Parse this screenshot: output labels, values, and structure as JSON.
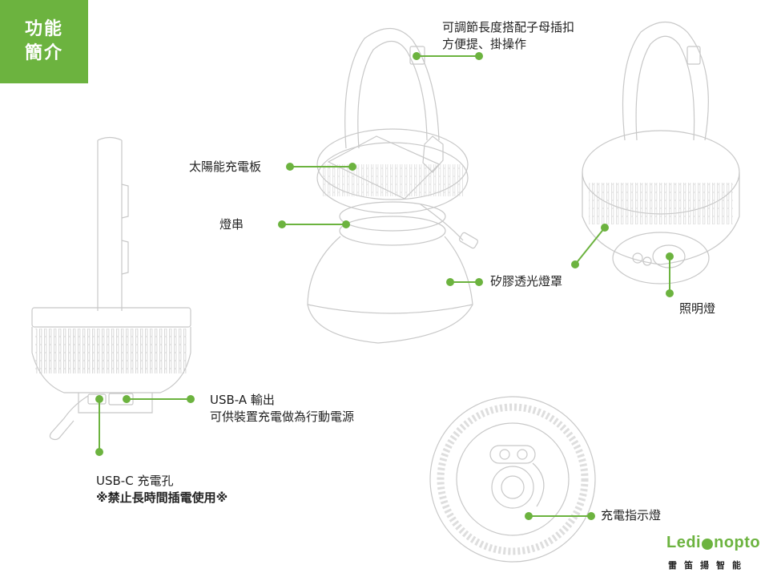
{
  "tag": {
    "line1": "功能",
    "line2": "簡介"
  },
  "labels": {
    "strap": {
      "line1": "可調節長度搭配子母插扣",
      "line2": "方便提、掛操作"
    },
    "solar": "太陽能充電板",
    "string_light": "燈串",
    "shade": "矽膠透光燈罩",
    "lamp": "照明燈",
    "usb_a": {
      "line1": "USB-A 輸出",
      "line2": "可供裝置充電做為行動電源"
    },
    "usb_c": {
      "line1": "USB-C 充電孔",
      "line2": "※禁止長時間插電使用※"
    },
    "indicator": "充電指示燈"
  },
  "brand": {
    "name_left": "Ledi",
    "name_right": "nopto",
    "subtitle": "雷笛揚智能"
  },
  "colors": {
    "accent": "#6cb33f",
    "line_art": "#c8c8c8"
  }
}
